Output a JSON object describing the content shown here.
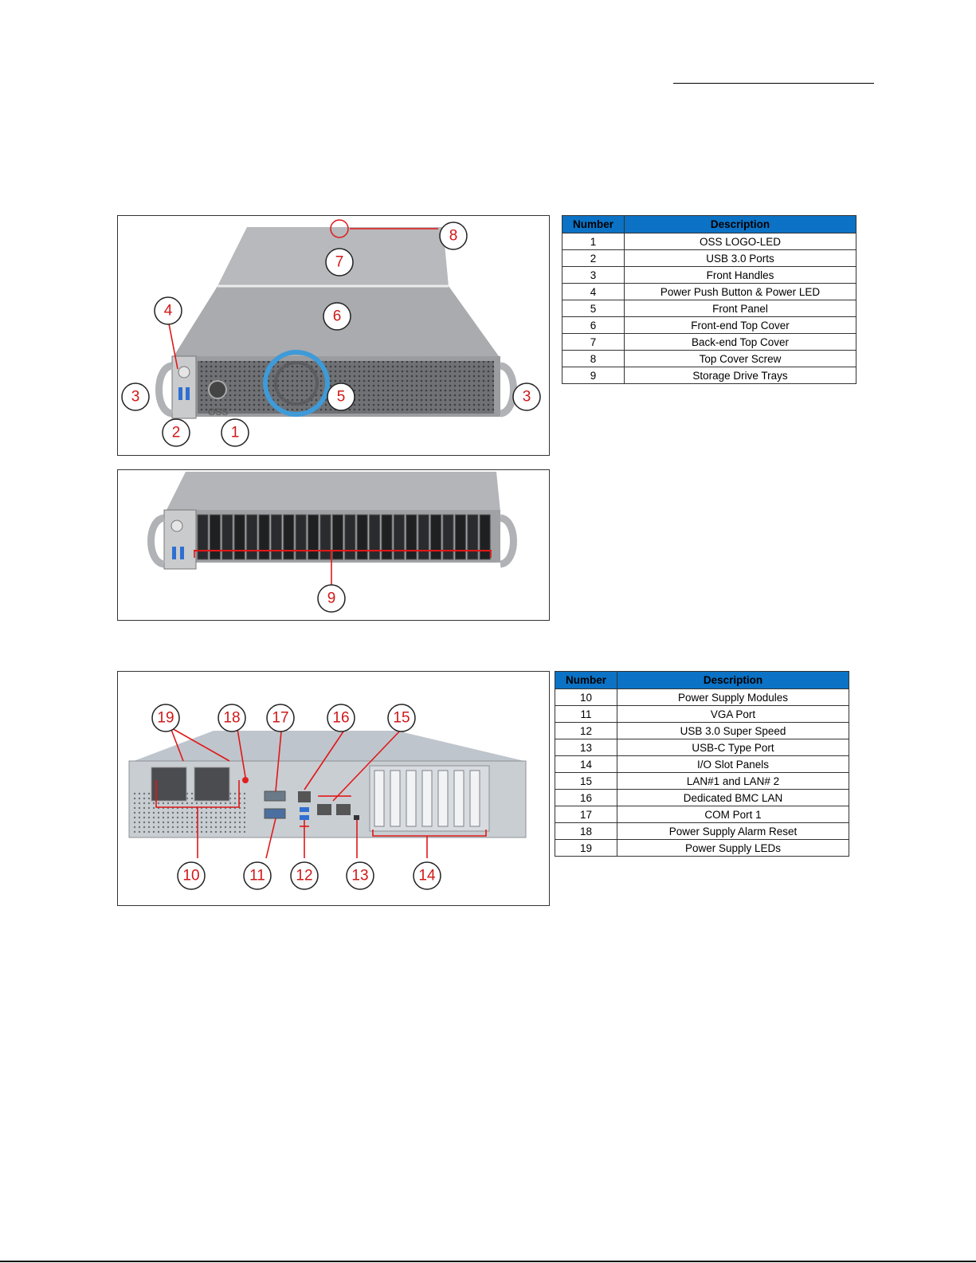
{
  "front_table": {
    "headers": {
      "number": "Number",
      "description": "Description"
    },
    "rows": [
      {
        "number": "1",
        "description": "OSS LOGO-LED"
      },
      {
        "number": "2",
        "description": "USB 3.0 Ports"
      },
      {
        "number": "3",
        "description": "Front Handles"
      },
      {
        "number": "4",
        "description": "Power Push Button & Power LED"
      },
      {
        "number": "5",
        "description": "Front Panel"
      },
      {
        "number": "6",
        "description": "Front-end Top Cover"
      },
      {
        "number": "7",
        "description": "Back-end Top Cover"
      },
      {
        "number": "8",
        "description": "Top Cover Screw"
      },
      {
        "number": "9",
        "description": "Storage Drive Trays"
      }
    ]
  },
  "rear_table": {
    "headers": {
      "number": "Number",
      "description": "Description"
    },
    "rows": [
      {
        "number": "10",
        "description": "Power Supply Modules"
      },
      {
        "number": "11",
        "description": "VGA Port"
      },
      {
        "number": "12",
        "description": "USB 3.0 Super Speed"
      },
      {
        "number": "13",
        "description": "USB-C Type Port"
      },
      {
        "number": "14",
        "description": "I/O Slot Panels"
      },
      {
        "number": "15",
        "description": "LAN#1 and LAN# 2"
      },
      {
        "number": "16",
        "description": "Dedicated BMC LAN"
      },
      {
        "number": "17",
        "description": "COM Port 1"
      },
      {
        "number": "18",
        "description": "Power Supply Alarm Reset"
      },
      {
        "number": "19",
        "description": "Power Supply LEDs"
      }
    ]
  },
  "front_callouts": [
    "1",
    "2",
    "3",
    "3",
    "4",
    "5",
    "6",
    "7",
    "8"
  ],
  "drive_callouts": [
    "9"
  ],
  "rear_callouts": [
    "10",
    "11",
    "12",
    "13",
    "14",
    "15",
    "16",
    "17",
    "18",
    "19"
  ],
  "photo_labels": {
    "front_logo": "OSS"
  },
  "colors": {
    "table_header": "#0b72c5",
    "callout_text": "#d01818",
    "leader_line": "#e01818"
  }
}
